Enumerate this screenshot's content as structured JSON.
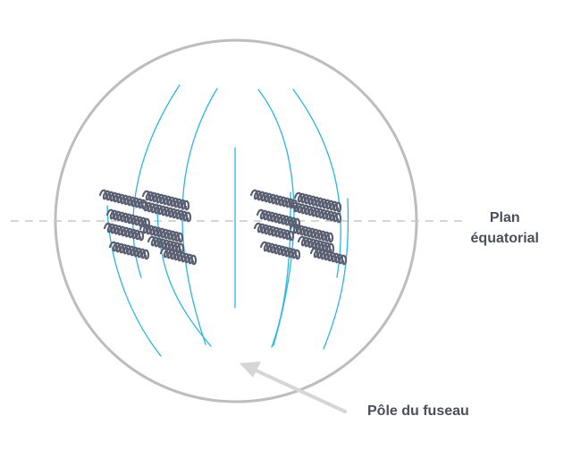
{
  "labels": {
    "equatorial_plane_line1": "Plan",
    "equatorial_plane_line2": "équatorial",
    "spindle_pole": "Pôle du fuseau"
  },
  "colors": {
    "cell_outline": "#bdbdbd",
    "spindle_fiber": "#29b6e0",
    "chromosome": "#5a6072",
    "dashed_plane": "#c8c8c8",
    "pointer_arrow": "#d6d6d6",
    "label_text": "#4a4f5c"
  },
  "icons": {
    "pointer": "arrow-icon"
  }
}
